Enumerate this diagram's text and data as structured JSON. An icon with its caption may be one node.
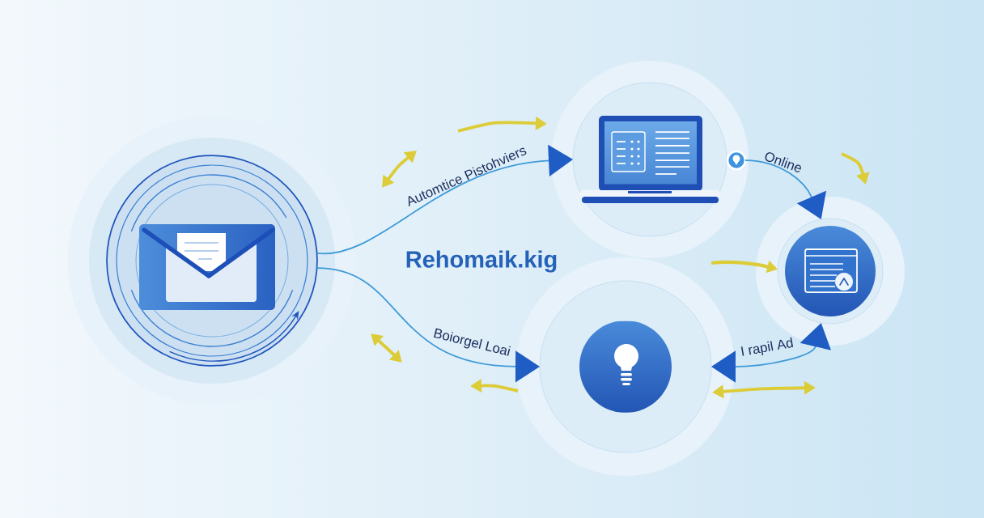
{
  "diagram": {
    "nodes": [
      {
        "text": [],
        "shape": "picture"
      },
      {
        "text": [],
        "shape": "picture"
      },
      {
        "text": [],
        "shape": "picture"
      },
      {
        "text": [],
        "shape": "picture"
      },
      {
        "text": [],
        "shape": "picture"
      }
    ],
    "edges": [
      {
        "from": 0,
        "to": 1,
        "arrow": "to",
        "label": "Automtice Pistohviers"
      },
      {
        "from": 2,
        "to": 3,
        "arrow": "to",
        "label": "Online"
      },
      {
        "from": 0,
        "to": 4,
        "arrow": "to",
        "label": "Boiorgel Loai"
      },
      {
        "from": 4,
        "to": 3,
        "arrow": "both",
        "label": "I rapil Ad"
      },
      {
        "from": null,
        "to": 3,
        "arrow": "to",
        "style": "thick",
        "color": "#dccc38"
      }
    ],
    "labels": [
      "Rehomaik.kig"
    ]
  }
}
